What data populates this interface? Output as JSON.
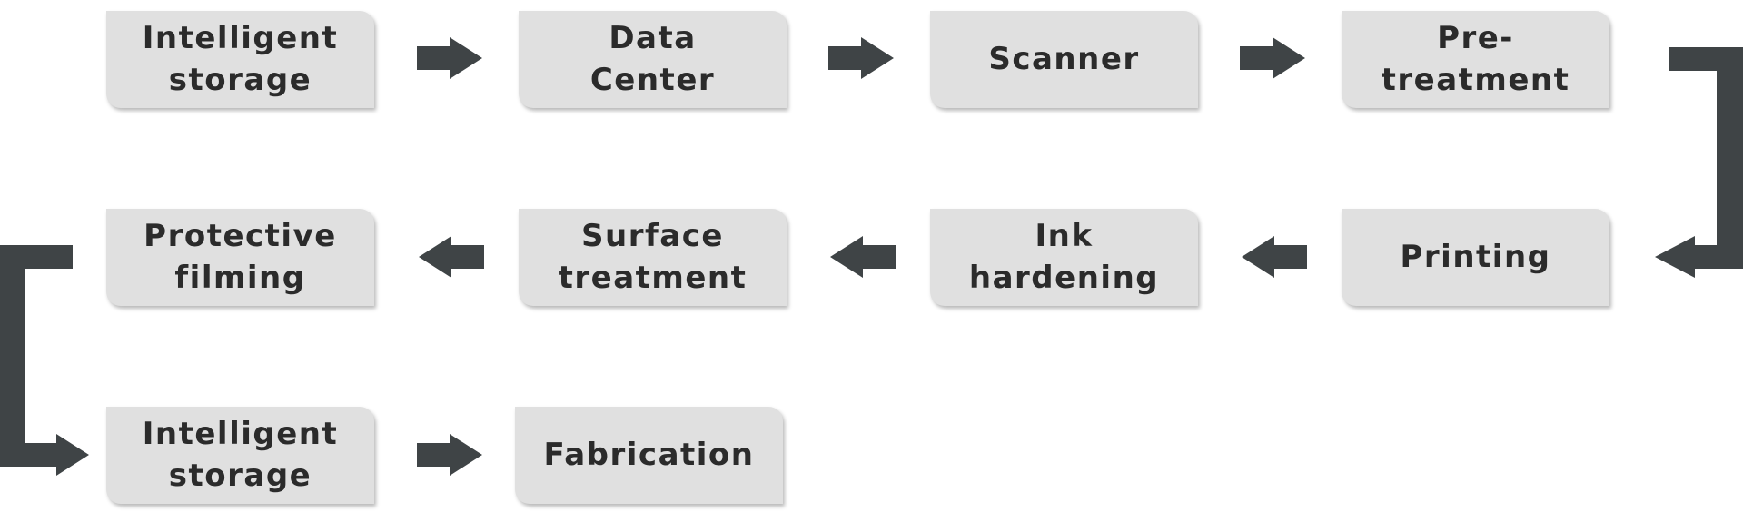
{
  "diagram": {
    "arrow_color": "#3f4446",
    "box_color": "#e0e0e0",
    "text_color": "#2b2b2b",
    "rows": [
      {
        "direction": "right",
        "steps": [
          "Intelligent storage",
          "Data Center",
          "Scanner",
          "Pre-treatment"
        ]
      },
      {
        "direction": "left",
        "steps": [
          "Printing",
          "Ink hardening",
          "Surface treatment",
          "Protective filming"
        ]
      },
      {
        "direction": "right",
        "steps": [
          "Intelligent storage",
          "Fabrication"
        ]
      }
    ]
  }
}
